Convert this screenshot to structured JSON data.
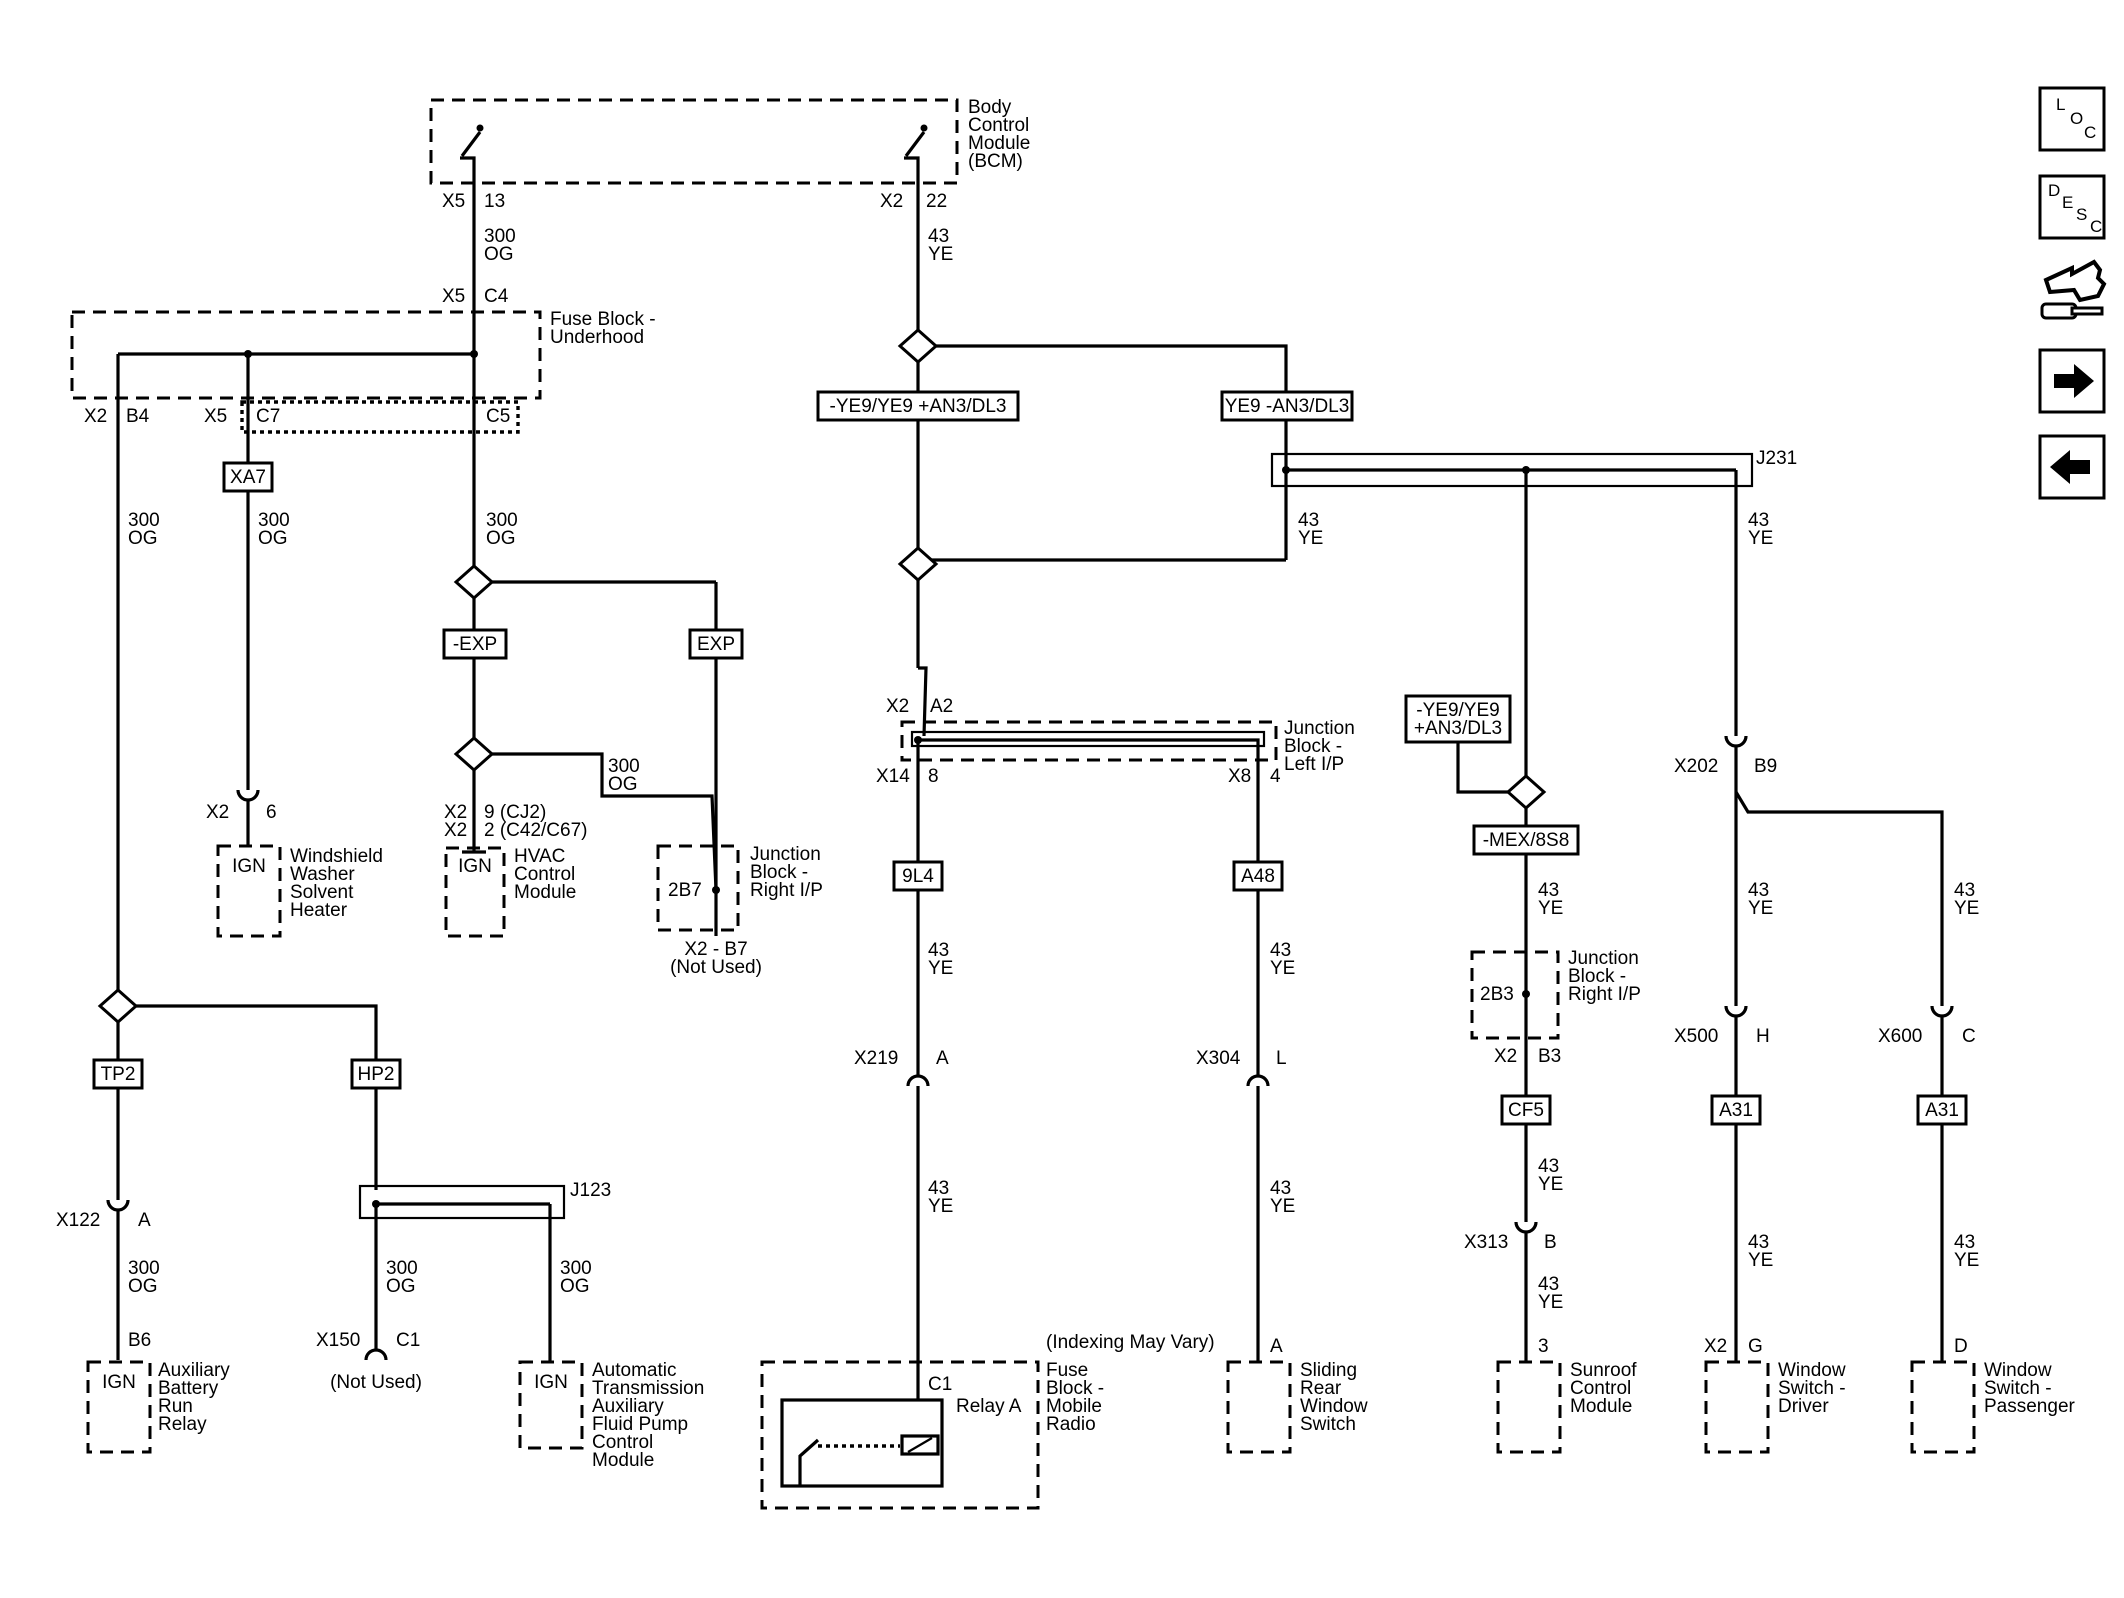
{
  "modules": {
    "bcm": [
      "Body",
      "Control",
      "Module",
      "(BCM)"
    ],
    "fuse_block_underhood": [
      "Fuse Block -",
      "Underhood"
    ],
    "junction_block_left": [
      "Junction",
      "Block -",
      "Left I/P"
    ],
    "junction_block_right_top": [
      "Junction",
      "Block -",
      "Right I/P"
    ],
    "junction_block_right_mid": [
      "Junction",
      "Block -",
      "Right I/P"
    ],
    "washer_heater": [
      "Windshield",
      "Washer",
      "Solvent",
      "Heater"
    ],
    "hvac": [
      "HVAC",
      "Control",
      "Module"
    ],
    "aux_battery_relay": [
      "Auxiliary",
      "Battery",
      "Run",
      "Relay"
    ],
    "trans_pump": [
      "Automatic",
      "Transmission",
      "Auxiliary",
      "Fluid Pump",
      "Control",
      "Module"
    ],
    "fuse_block_radio": [
      "Fuse",
      "Block -",
      "Mobile",
      "Radio"
    ],
    "sliding_window": [
      "Sliding",
      "Rear",
      "Window",
      "Switch"
    ],
    "sunroof": [
      "Sunroof",
      "Control",
      "Module"
    ],
    "window_driver": [
      "Window",
      "Switch -",
      "Driver"
    ],
    "window_passenger": [
      "Window",
      "Switch -",
      "Passenger"
    ],
    "ign": "IGN",
    "relay_a": "Relay A",
    "indexing_note": "(Indexing May Vary)",
    "not_used": "(Not Used)",
    "x2_b7_not_used": [
      "X2 - B7",
      "(Not Used)"
    ]
  },
  "wires": {
    "og_300": [
      "300",
      "OG"
    ],
    "ye_43": [
      "43",
      "YE"
    ]
  },
  "options": {
    "ye9_left": "-YE9/YE9 +AN3/DL3",
    "ye9_right": "YE9 -AN3/DL3",
    "ye9_sunroof": [
      "-YE9/YE9",
      "+AN3/DL3"
    ],
    "minus_exp": "-EXP",
    "exp": "EXP",
    "xa7": "XA7",
    "tp2": "TP2",
    "hp2": "HP2",
    "nl4": "9L4",
    "a48": "A48",
    "mex": "-MEX/8S8",
    "cf5": "CF5",
    "a31_driver": "A31",
    "a31_pass": "A31"
  },
  "splices": {
    "j231": "J231",
    "j123": "J123"
  },
  "connectors": {
    "x5_13": [
      "X5",
      "13"
    ],
    "x2_22": [
      "X2",
      "22"
    ],
    "x5_c4": [
      "X5",
      "C4"
    ],
    "x2_b4": [
      "X2",
      "B4"
    ],
    "x5_c7": [
      "X5",
      "C7"
    ],
    "c5": "C5",
    "x2_6": [
      "X2",
      "6"
    ],
    "hvac_pins": [
      "X2",
      "9 (CJ2)",
      "X2",
      "2 (C42/C67)"
    ],
    "b7_pin": "2B7",
    "x2_a2": [
      "X2",
      "A2"
    ],
    "x14_8": [
      "X14",
      "8"
    ],
    "x8_4": [
      "X8",
      "4"
    ],
    "x202_b9": [
      "X202",
      "B9"
    ],
    "b3_pin": "2B3",
    "x2_b3": [
      "X2",
      "B3"
    ],
    "x219_a": [
      "X219",
      "A"
    ],
    "x304_l": [
      "X304",
      "L"
    ],
    "x500_h": [
      "X500",
      "H"
    ],
    "x600_c": [
      "X600",
      "C"
    ],
    "x313_b": [
      "X313",
      "B"
    ],
    "x122_a": [
      "X122",
      "A"
    ],
    "b6": "B6",
    "x150_c1": [
      "X150",
      "C1"
    ],
    "c1_radio": "C1",
    "a_sliding": "A",
    "pin_3": "3",
    "x2_g": [
      "X2",
      "G"
    ],
    "d_pass": "D"
  },
  "nav": {
    "loc": [
      "L",
      "O",
      "C"
    ],
    "desc": [
      "D",
      "E",
      "S",
      "C"
    ],
    "arrows": [
      "forward",
      "back"
    ]
  },
  "icons": [
    "loc-icon",
    "desc-icon",
    "harness-connector-icon",
    "arrow-right-icon",
    "arrow-left-icon"
  ]
}
